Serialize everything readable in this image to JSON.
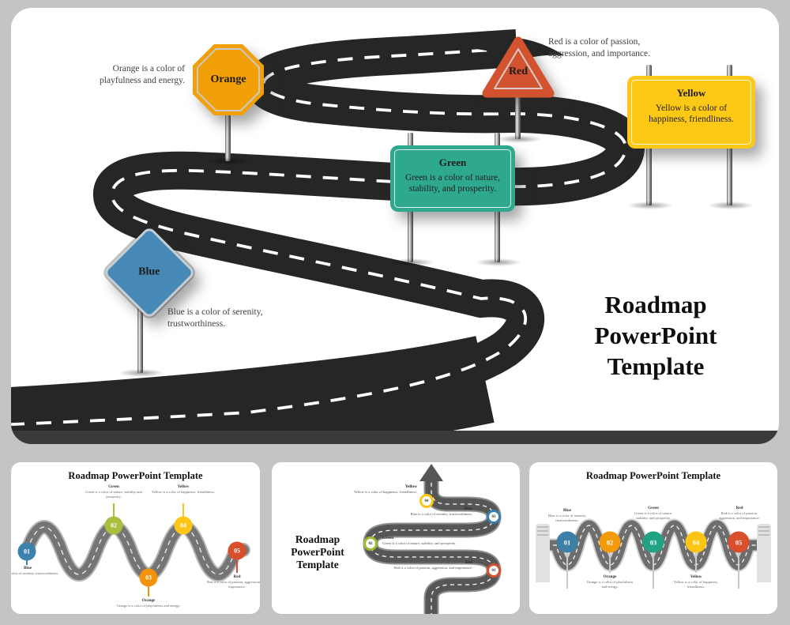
{
  "colors": {
    "page_bg": "#c4c4c5",
    "road": "#262626",
    "strip": "#3a3a3a",
    "orange": "#F2A007",
    "red": "#D35230",
    "yellow": "#FEC816",
    "green": "#2FA98D",
    "blue": "#4689B6"
  },
  "main": {
    "title": "Roadmap PowerPoint Template",
    "signs": {
      "orange": {
        "label": "Orange",
        "desc": "Orange is a color of playfulness and energy."
      },
      "red": {
        "label": "Red",
        "desc": "Red is a color of passion, aggression, and importance."
      },
      "yellow": {
        "label": "Yellow",
        "desc": "Yellow is a color of happiness, friendliness."
      },
      "green": {
        "label": "Green",
        "desc": "Green is a color of nature, stability, and prosperity."
      },
      "blue": {
        "label": "Blue",
        "desc": "Blue is a color of serenity, trustworthiness."
      }
    }
  },
  "thumbs": {
    "left": {
      "title": "Roadmap PowerPoint Template",
      "milestones": [
        {
          "num": "01",
          "label": "Blue",
          "desc": "Blue is a color of serenity, trustworthiness.",
          "color": "#3D81AD"
        },
        {
          "num": "02",
          "label": "Green",
          "desc": "Green is a color of nature, stability and prosperity.",
          "color": "#A9BF3D"
        },
        {
          "num": "03",
          "label": "Orange",
          "desc": "Orange is a color of playfulness and energy.",
          "color": "#F5920B"
        },
        {
          "num": "04",
          "label": "Yellow",
          "desc": "Yellow is a color of happiness, friendliness.",
          "color": "#FFC516"
        },
        {
          "num": "05",
          "label": "Red",
          "desc": "Red is a color of passion, aggression, and importance.",
          "color": "#D94E2B"
        }
      ]
    },
    "middle": {
      "title": "Roadmap PowerPoint Template",
      "milestones": [
        {
          "num": "01",
          "label": "Red",
          "desc": "Red is a color of passion, aggression, and importance.",
          "color": "#D94E2B"
        },
        {
          "num": "02",
          "label": "Green",
          "desc": "Green is a color of nature, stability, and prosperity.",
          "color": "#9CBD2F"
        },
        {
          "num": "03",
          "label": "Blue",
          "desc": "Blue is a color of serenity, trustworthiness.",
          "color": "#3880AC"
        },
        {
          "num": "04",
          "label": "Yellow",
          "desc": "Yellow is a color of happiness, friendliness.",
          "color": "#FFC515"
        }
      ]
    },
    "right": {
      "title": "Roadmap PowerPoint Template",
      "milestones": [
        {
          "num": "01",
          "label": "Blue",
          "desc": "Blue is a color of serenity, trustworthiness.",
          "color": "#3D7FA6"
        },
        {
          "num": "02",
          "label": "Orange",
          "desc": "Orange is a color of playfulness and energy.",
          "color": "#F59B0B"
        },
        {
          "num": "03",
          "label": "Green",
          "desc": "Green is a color of nature, stability, and prosperity.",
          "color": "#20A285"
        },
        {
          "num": "04",
          "label": "Yellow",
          "desc": "Yellow is a color of happiness, friendliness.",
          "color": "#FFC515"
        },
        {
          "num": "05",
          "label": "Red",
          "desc": "Red is a color of passion, aggression, and importance.",
          "color": "#D94E2B"
        }
      ]
    }
  }
}
